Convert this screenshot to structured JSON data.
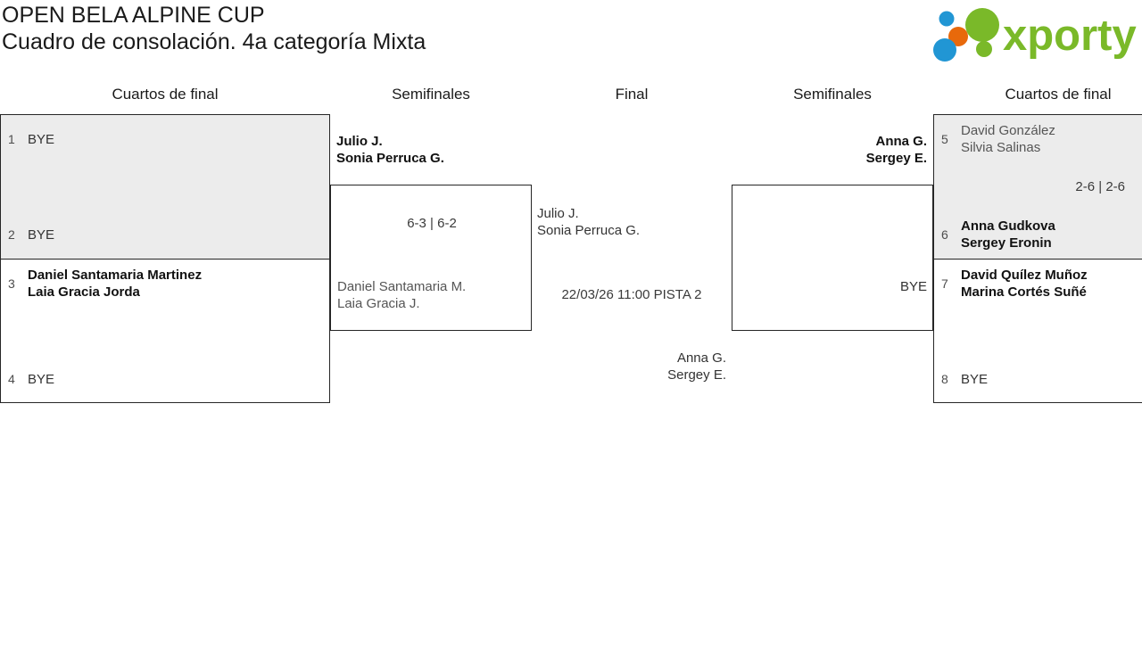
{
  "header": {
    "tournament_title": "OPEN BELA ALPINE CUP",
    "bracket_subtitle": "Cuadro de consolación. 4a categoría Mixta",
    "logo_text": "xporty",
    "logo_colors": {
      "green": "#7ab929",
      "blue": "#2196d4",
      "orange": "#e8690b"
    }
  },
  "round_headers": {
    "left_quarters": "Cuartos de final",
    "left_semis": "Semifinales",
    "final": "Final",
    "right_semis": "Semifinales",
    "right_quarters": "Cuartos de final"
  },
  "bracket": {
    "left_quarterfinals": [
      {
        "shaded": true,
        "top": {
          "seed": "1",
          "name_line_1": "BYE",
          "name_line_2": "",
          "status": "bye"
        },
        "bottom": {
          "seed": "2",
          "name_line_1": "BYE",
          "name_line_2": "",
          "status": "bye"
        },
        "score": ""
      },
      {
        "shaded": false,
        "top": {
          "seed": "3",
          "name_line_1": "Daniel Santamaria Martinez",
          "name_line_2": "Laia Gracia Jorda",
          "status": "winner"
        },
        "bottom": {
          "seed": "4",
          "name_line_1": "BYE",
          "name_line_2": "",
          "status": "bye"
        },
        "score": ""
      }
    ],
    "left_semifinal": {
      "top": {
        "name_line_1": "Julio J.",
        "name_line_2": "Sonia Perruca G.",
        "status": "winner"
      },
      "bottom": {
        "name_line_1": "Daniel Santamaria M.",
        "name_line_2": "Laia Gracia J.",
        "status": "loser"
      },
      "score": "6-3 | 6-2"
    },
    "final": {
      "top": {
        "name_line_1": "Julio J.",
        "name_line_2": "Sonia Perruca G.",
        "status": "pending"
      },
      "bottom": {
        "name_line_1": "Anna G.",
        "name_line_2": "Sergey E.",
        "status": "pending"
      },
      "schedule": "22/03/26 11:00 PISTA 2"
    },
    "right_semifinal": {
      "top": {
        "name_line_1": "Anna G.",
        "name_line_2": "Sergey E.",
        "status": "winner"
      },
      "bottom": {
        "name_line_1": "BYE",
        "name_line_2": "",
        "status": "bye"
      },
      "score": ""
    },
    "right_quarterfinals": [
      {
        "shaded": true,
        "top": {
          "seed": "5",
          "name_line_1": "David González",
          "name_line_2": "Silvia Salinas",
          "status": "loser"
        },
        "bottom": {
          "seed": "6",
          "name_line_1": "Anna Gudkova",
          "name_line_2": "Sergey Eronin",
          "status": "winner"
        },
        "score": "2-6 | 2-6"
      },
      {
        "shaded": false,
        "top": {
          "seed": "7",
          "name_line_1": "David Quílez Muñoz",
          "name_line_2": "Marina Cortés Suñé",
          "status": "winner"
        },
        "bottom": {
          "seed": "8",
          "name_line_1": "BYE",
          "name_line_2": "",
          "status": "bye"
        },
        "score": ""
      }
    ]
  }
}
